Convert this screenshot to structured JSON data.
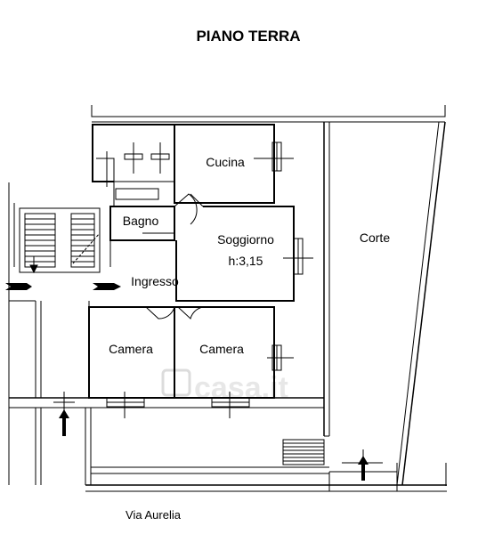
{
  "title": "PIANO TERRA",
  "rooms": {
    "cucina": "Cucina",
    "bagno": "Bagno",
    "soggiorno": "Soggiorno",
    "height": "h:3,15",
    "ingresso": "Ingresso",
    "camera_1": "Camera",
    "camera_2": "Camera",
    "corte": "Corte"
  },
  "street": "Via Aurelia",
  "watermark": "casa.it",
  "colors": {
    "line": "#000000",
    "background": "#ffffff",
    "watermark": "#d9d9d9"
  }
}
